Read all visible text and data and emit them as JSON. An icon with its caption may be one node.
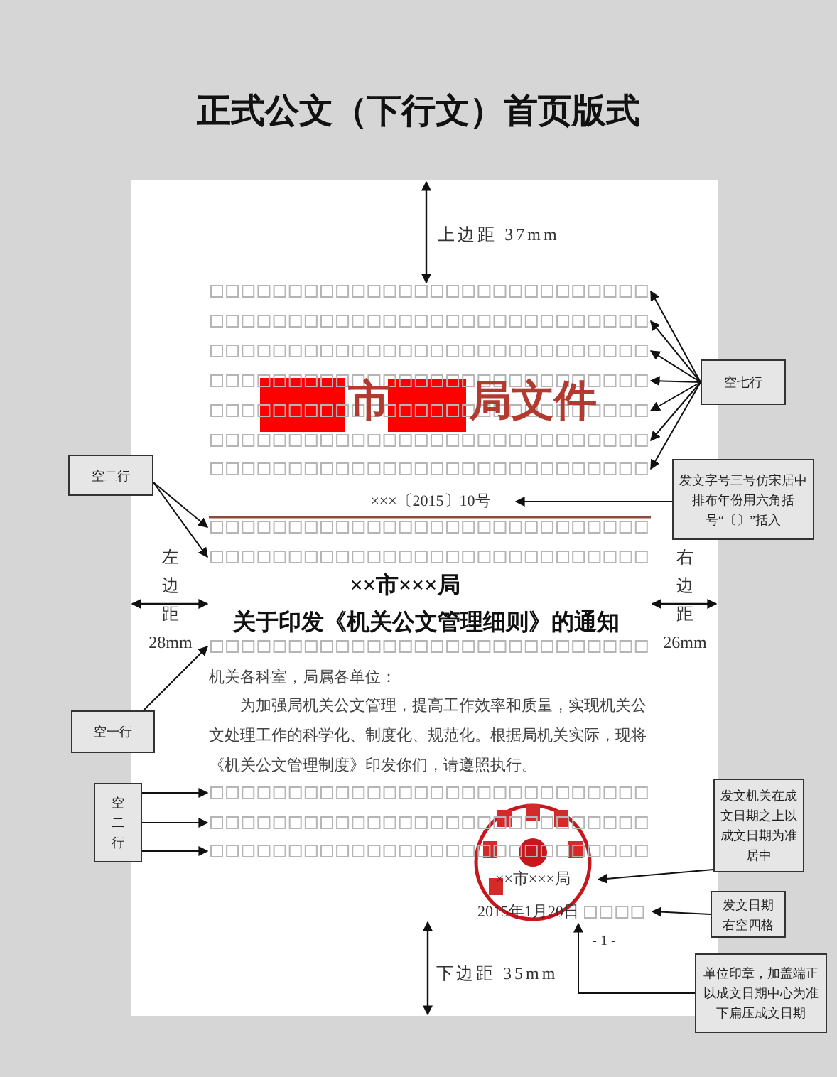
{
  "diagram": {
    "title": "正式公文（下行文）首页版式",
    "nodes": [
      {
        "text": [],
        "shape": "box"
      },
      {
        "text": [],
        "shape": "box"
      },
      {
        "text": [],
        "shape": "box"
      },
      {
        "text": [],
        "shape": "box"
      },
      {
        "text": [],
        "shape": "box"
      },
      {
        "text": [],
        "shape": "box"
      },
      {
        "text": [],
        "shape": "box"
      },
      {
        "text": [
          "空七行"
        ]
      },
      {
        "text": [
          "空二行"
        ]
      },
      {
        "text": [
          "发文字号三号仿宋居中排布年份用六角括号“〔〕”括入"
        ]
      },
      {
        "text": [
          "×××〔2015〕10号"
        ]
      },
      {
        "text": [],
        "shape": "box"
      },
      {
        "text": [],
        "shape": "box"
      },
      {
        "text": [],
        "shape": "box"
      },
      {
        "text": [
          "空一行"
        ]
      },
      {
        "text": [],
        "shape": "box"
      },
      {
        "text": [],
        "shape": "box"
      },
      {
        "text": [],
        "shape": "box"
      },
      {
        "text": [
          "空二行"
        ]
      },
      {
        "text": [
          "发文机关在成文日期之上以成文日期为准居中"
        ]
      },
      {
        "text": [
          "××市×××局"
        ]
      },
      {
        "text": [
          "发文日期右空四格"
        ]
      },
      {
        "text": [
          "2015年1月20日"
        ]
      },
      {
        "text": [
          "单位印章，加盖端正以成文日期中心为准下扁压成文日期"
        ]
      }
    ],
    "edges": [
      {
        "from": 7,
        "to": 0,
        "arrow": "to"
      },
      {
        "from": 7,
        "to": 1,
        "arrow": "to"
      },
      {
        "from": 7,
        "to": 2,
        "arrow": "to"
      },
      {
        "from": 7,
        "to": 3,
        "arrow": "to"
      },
      {
        "from": 7,
        "to": 4,
        "arrow": "to"
      },
      {
        "from": 7,
        "to": 5,
        "arrow": "to"
      },
      {
        "from": 7,
        "to": 6,
        "arrow": "to"
      },
      {
        "from": 8,
        "to": 11,
        "arrow": "to"
      },
      {
        "from": 8,
        "to": 12,
        "arrow": "to"
      },
      {
        "from": 9,
        "to": 10,
        "arrow": "to"
      },
      {
        "from": 14,
        "to": 13,
        "arrow": "to"
      },
      {
        "from": 18,
        "to": 15,
        "arrow": "to"
      },
      {
        "from": 18,
        "to": 16,
        "arrow": "to"
      },
      {
        "from": 18,
        "to": 17,
        "arrow": "to"
      },
      {
        "from": 19,
        "to": 20,
        "arrow": "to"
      },
      {
        "from": 21,
        "to": 22,
        "arrow": "to"
      },
      {
        "from": 23,
        "to": 22,
        "arrow": "to"
      }
    ],
    "labels": [
      "上边距 37mm",
      "市",
      "局文件",
      "左边距28mm",
      "××市×××局",
      "关于印发《机关公文管理细则》的通知",
      "右边距26mm",
      "机关各科室，局属各单位：",
      "为加强局机关公文管理，提高工作效率和质量，实现机关公文处理工作的科学化、制度化、规范化。根据局机关实际，现将《机关公文管理制度》印发你们，请遵照执行。",
      "- 1 -",
      "下边距 35mm"
    ]
  }
}
